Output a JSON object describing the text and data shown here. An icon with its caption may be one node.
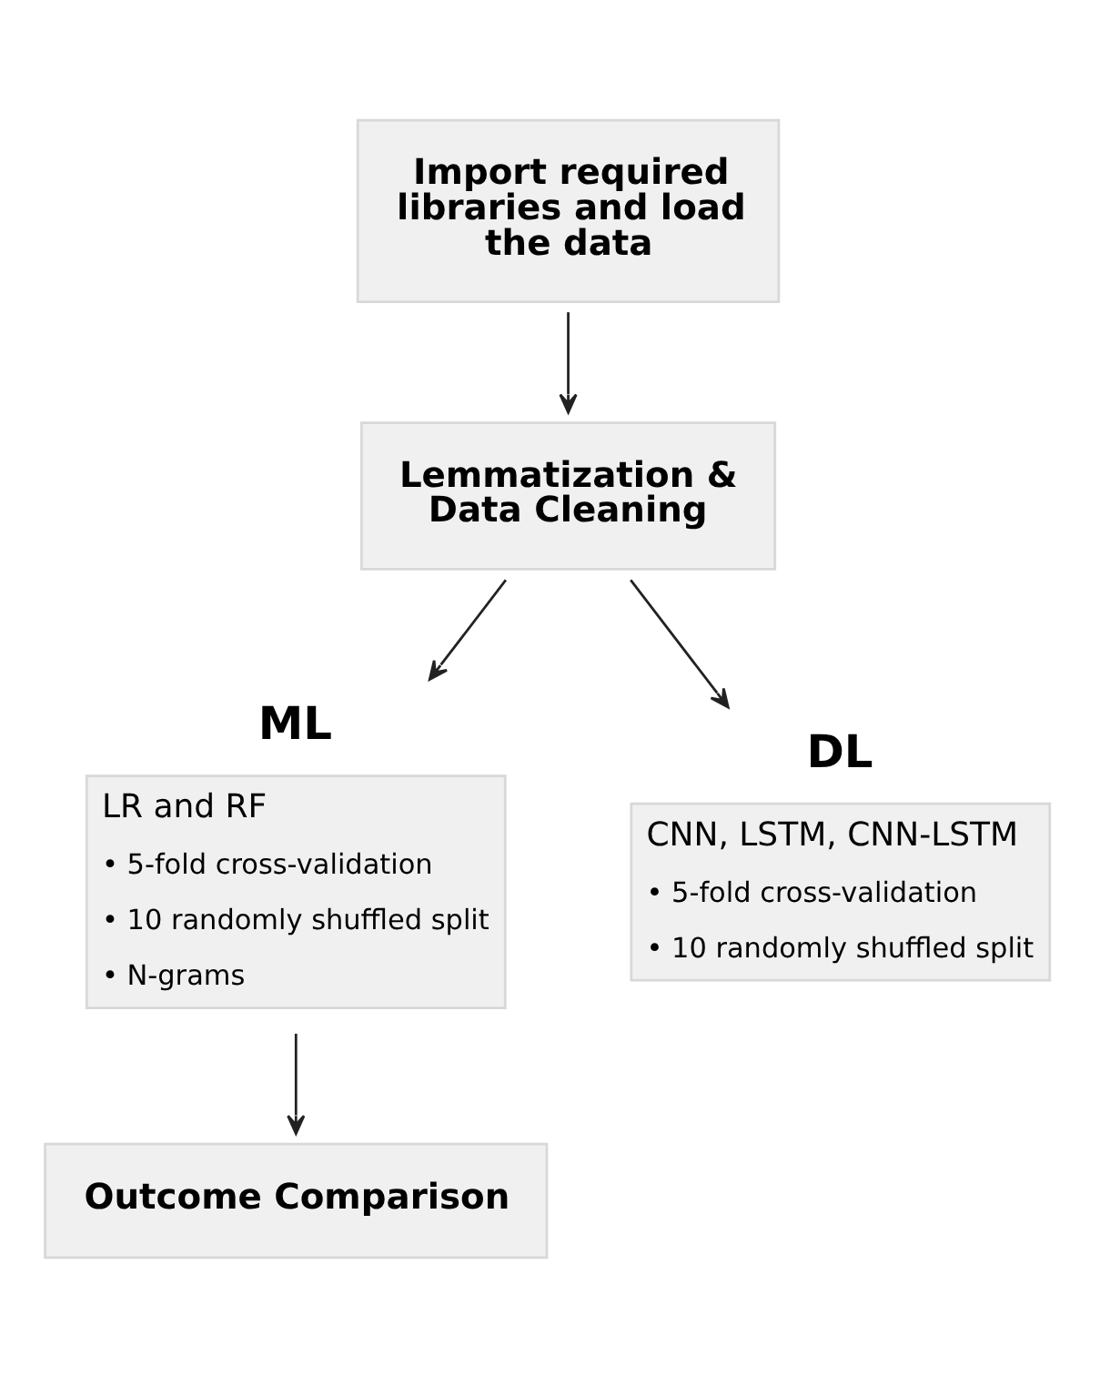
{
  "diagram": {
    "nodes": [
      {
        "text": [
          "Import required libraries and load the data"
        ]
      },
      {
        "text": [
          "Lemmatization & Data Cleaning"
        ]
      },
      {
        "text": [
          "ML",
          "LR and RF",
          "• 5-fold cross-validation",
          "• 10 randomly shuffled split",
          "• N-grams"
        ]
      },
      {
        "text": [
          "DL",
          "CNN, LSTM, CNN-LSTM",
          "• 5-fold cross-validation",
          "• 10 randomly shuffled split"
        ]
      },
      {
        "text": [
          "Outcome Comparison"
        ]
      }
    ],
    "edges": [
      {
        "from": 0,
        "to": 1,
        "arrow": "to"
      },
      {
        "from": 1,
        "to": 2,
        "arrow": "to"
      },
      {
        "from": 1,
        "to": 3,
        "arrow": "to"
      },
      {
        "from": 2,
        "to": 4,
        "arrow": "to"
      }
    ]
  }
}
